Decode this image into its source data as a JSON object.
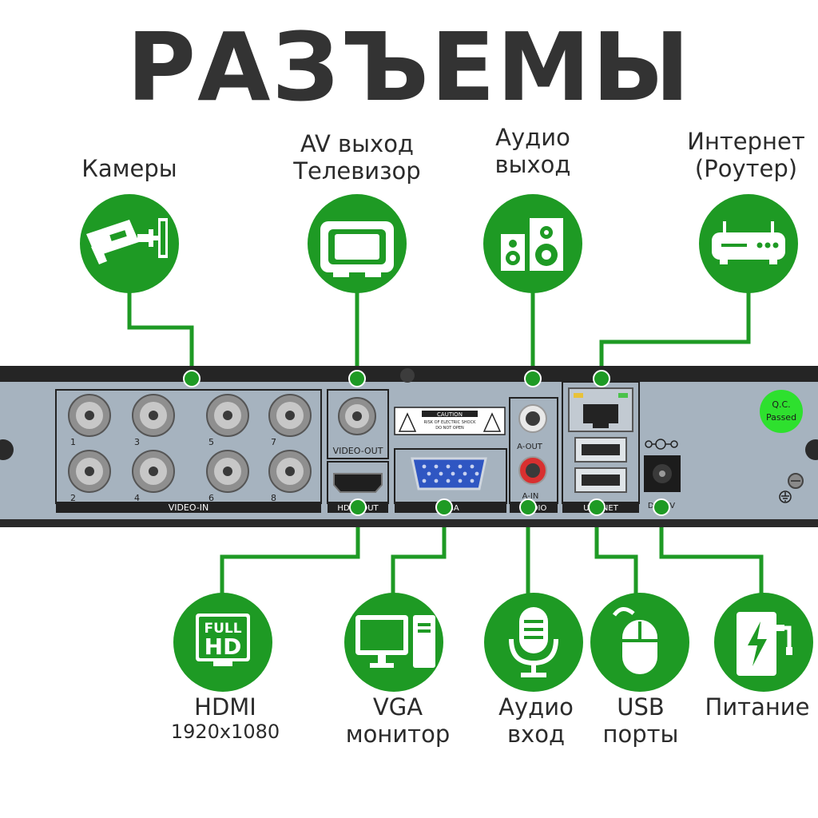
{
  "title": "РАЗЪЕМЫ",
  "colors": {
    "green": "#1e9a24",
    "panel": "#a6b3bf",
    "panel_dark": "#252525",
    "text": "#2b2b2b"
  },
  "labels": {
    "cameras": "Камеры",
    "av_out_1": "AV выход",
    "av_out_2": "Телевизор",
    "audio_out_1": "Аудио",
    "audio_out_2": "выход",
    "internet_1": "Интернет",
    "internet_2": "(Роутер)",
    "hdmi_1": "HDMI",
    "hdmi_2": "1920x1080",
    "vga_1": "VGA",
    "vga_2": "монитор",
    "audio_in_1": "Аудио",
    "audio_in_2": "вход",
    "usb_1": "USB",
    "usb_2": "порты",
    "power": "Питание"
  },
  "icons": {
    "cameras": "cctv-camera-icon",
    "av_out": "tv-icon",
    "audio_out": "speakers-icon",
    "internet": "router-icon",
    "hdmi": "full-hd-icon",
    "vga": "monitor-pc-icon",
    "audio_in": "microphone-icon",
    "usb": "mouse-icon",
    "power": "power-adapter-icon"
  },
  "device": {
    "video_in_label": "VIDEO-IN",
    "bnc_numbers": [
      "1",
      "3",
      "5",
      "7",
      "2",
      "4",
      "6",
      "8"
    ],
    "video_out_label": "VIDEO-OUT",
    "hdmi_label": "HDMI OUT",
    "vga_label": "VGA",
    "caution_title": "CAUTION",
    "caution_line1": "RISK OF ELECTRIC SHOCK",
    "caution_line2": "DO NOT OPEN",
    "a_out_label": "A-OUT",
    "a_in_label": "A-IN",
    "audio_label": "AUDIO",
    "usb_net_label": "USB  NET",
    "dc_label": "DC12V",
    "qc_line1": "Q.C.",
    "qc_line2": "Passed",
    "icon_hd_1": "FULL",
    "icon_hd_2": "HD"
  }
}
